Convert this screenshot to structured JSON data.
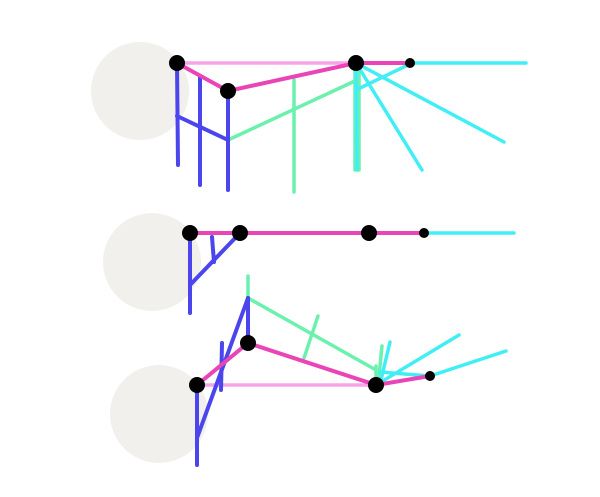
{
  "colors": {
    "background": "#ffffff",
    "circle": "#f1f0ed",
    "blue": "#4b45ee",
    "pink": "#ea45b6",
    "light_pink": "#f6a3ea",
    "green": "#6bf1ad",
    "cyan": "#41eef6",
    "joint": "#000000"
  },
  "diagrams": [
    {
      "id": "diagram-1",
      "description": ""
    },
    {
      "id": "diagram-2",
      "description": ""
    },
    {
      "id": "diagram-3",
      "description": ""
    }
  ]
}
